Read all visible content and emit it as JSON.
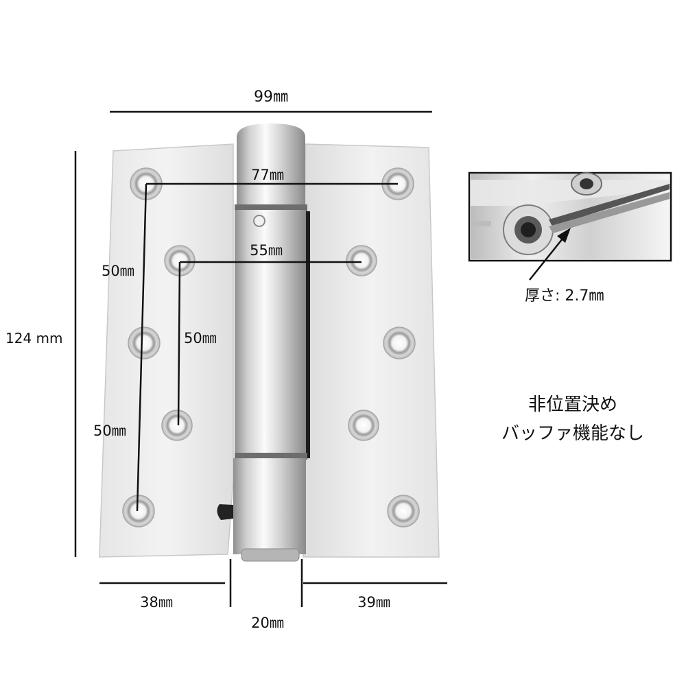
{
  "dimensions": {
    "overall_width": "99㎜",
    "overall_height": "124 mm",
    "outer_hole_spacing": "77㎜",
    "inner_hole_spacing": "55㎜",
    "outer_vertical_upper": "50㎜",
    "outer_vertical_lower": "50㎜",
    "inner_vertical": "50㎜",
    "left_leaf_width": "38㎜",
    "knuckle_width": "20㎜",
    "right_leaf_width": "39㎜"
  },
  "inset": {
    "thickness_label": "厚さ: 2.7㎜"
  },
  "notes": {
    "line1": "非位置決め",
    "line2": "バッファ機能なし"
  },
  "colors": {
    "steel_light": "#f4f4f4",
    "steel_mid": "#d9d9d9",
    "steel_dark": "#9a9a9a",
    "line": "#111111"
  }
}
